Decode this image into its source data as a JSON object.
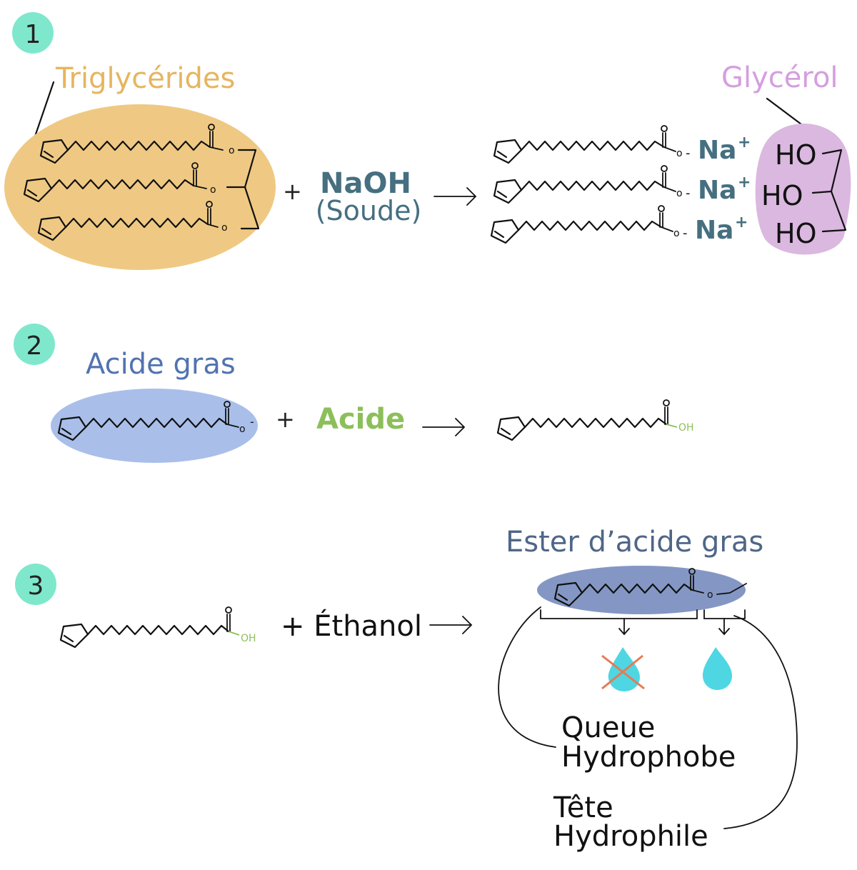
{
  "steps": {
    "one": "1",
    "two": "2",
    "three": "3"
  },
  "section1": {
    "triglycerides": "Triglycérides",
    "plus": "+",
    "naoh": "NaOH",
    "soude": "(Soude)",
    "na": [
      "Na",
      "Na",
      "Na"
    ],
    "charge_plus": "+",
    "charge_minus": "-",
    "oxygen": "o",
    "glycerol": "Glycérol",
    "ho": [
      "HO",
      "HO",
      "HO"
    ]
  },
  "section2": {
    "acide_gras": "Acide gras",
    "plus": "+",
    "acide": "Acide",
    "oh": "OH"
  },
  "section3": {
    "plus_ethanol": "+ Éthanol",
    "oh": "OH",
    "ester": "Ester d’acide gras",
    "queue": "Queue",
    "hydrophobe": "Hydrophobe",
    "tete": "Tête",
    "hydrophile": "Hydrophile"
  },
  "colors": {
    "step_badge": "#7fe8cc",
    "triglyceride_blob": "#efc983",
    "triglyceride_text": "#e6b55f",
    "glycerol_blob": "#dbb8e0",
    "glycerol_text": "#d59ee0",
    "naoh_text": "#466f80",
    "acide_gras_blob": "#a9bfea",
    "acide_gras_text": "#5273b0",
    "acide_text": "#8cbf5a",
    "ester_blob": "#8497c4",
    "ester_text": "#4f6688",
    "water_drop": "#4fd6e3",
    "cross": "#e47b55"
  }
}
